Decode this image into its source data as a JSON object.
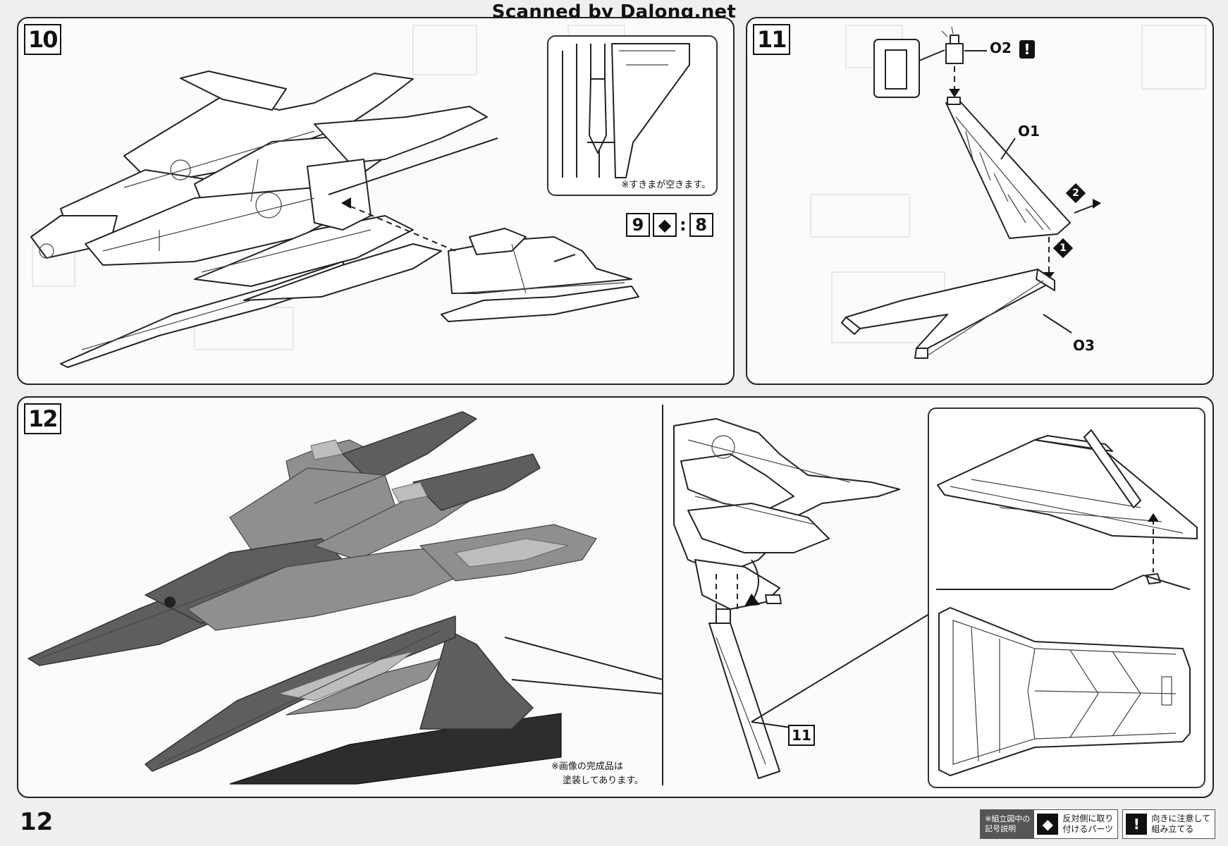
{
  "watermark": "Scanned by Dalong.net",
  "page_number": "12",
  "step10": {
    "number": "10",
    "inset_note": "※すきまが空きます。",
    "ref_first": "9",
    "ref_sep": ":",
    "ref_second": "8",
    "symbol_icon": "mirror-parts-icon"
  },
  "step11": {
    "number": "11",
    "part_o2": "O2",
    "part_o1": "O1",
    "part_o3": "O3",
    "arrow_1": "1",
    "arrow_2": "2",
    "caution_icon": "exclamation-icon"
  },
  "step12": {
    "number": "12",
    "photo_note_line1": "※画像の完成品は",
    "photo_note_line2": "塗装してあります。",
    "ref_step": "11"
  },
  "legend": {
    "caption_line1": "※組立図中の",
    "caption_line2": "記号説明",
    "mirror_line1": "反対側に取り",
    "mirror_line2": "付けるパーツ",
    "caution_line1": "向きに注意して",
    "caution_line2": "組み立てる"
  },
  "colors": {
    "page": "#efefef",
    "panel": "#fbfbfb",
    "ink": "#111111"
  }
}
